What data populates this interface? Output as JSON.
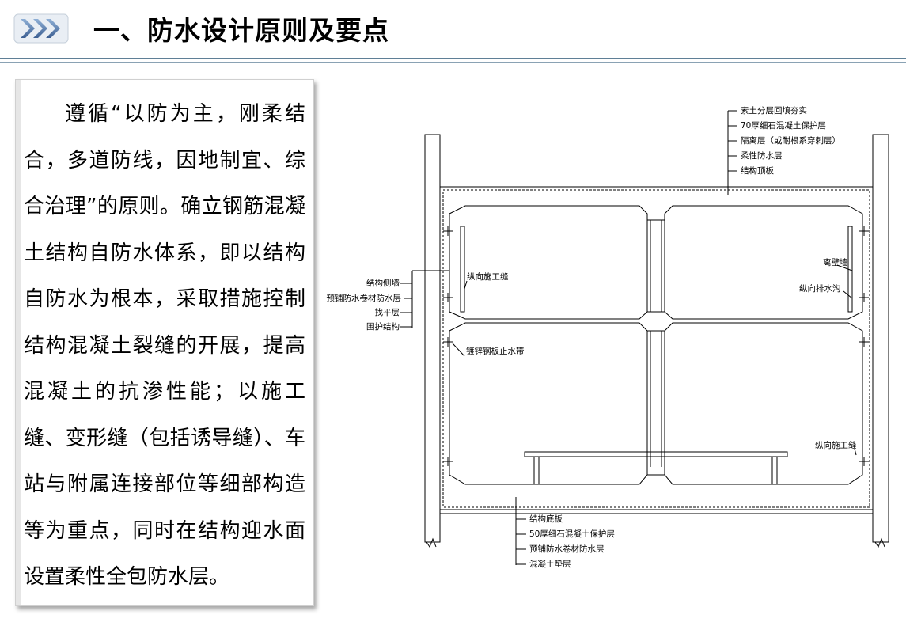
{
  "title": "一、防水设计原则及要点",
  "body_text": "遵循“以防为主，刚柔结合，多道防线，因地制宜、综合治理”的原则。确立钢筋混凝土结构自防水体系，即以结构自防水为根本，采取措施控制结构混凝土裂缝的开展，提高混凝土的抗渗性能；以施工缝、变形缝（包括诱导缝）、车站与附属连接部位等细部构造等为重点，同时在结构迎水面设置柔性全包防水层。",
  "diagram": {
    "top_labels": [
      "素土分层回填夯实",
      "70厚细石混凝土保护层",
      "隔离层（或耐根系穿刺层）",
      "柔性防水层",
      "结构顶板"
    ],
    "left_labels": [
      "结构侧墙",
      "预铺防水卷材防水层",
      "找平层",
      "围护结构"
    ],
    "bottom_labels": [
      "结构底板",
      "50厚细石混凝土保护层",
      "预铺防水卷材防水层",
      "混凝土垫层"
    ],
    "callouts": {
      "long_joint_left": "纵向施工缝",
      "waterstop": "镀锌钢板止水带",
      "separation_wall": "离壁墙",
      "drain_channel": "纵向排水沟",
      "long_joint_right": "纵向施工缝"
    }
  },
  "colors": {
    "rule": "#5f7f96",
    "chevron": "#5b7aa8",
    "line": "#000000"
  }
}
